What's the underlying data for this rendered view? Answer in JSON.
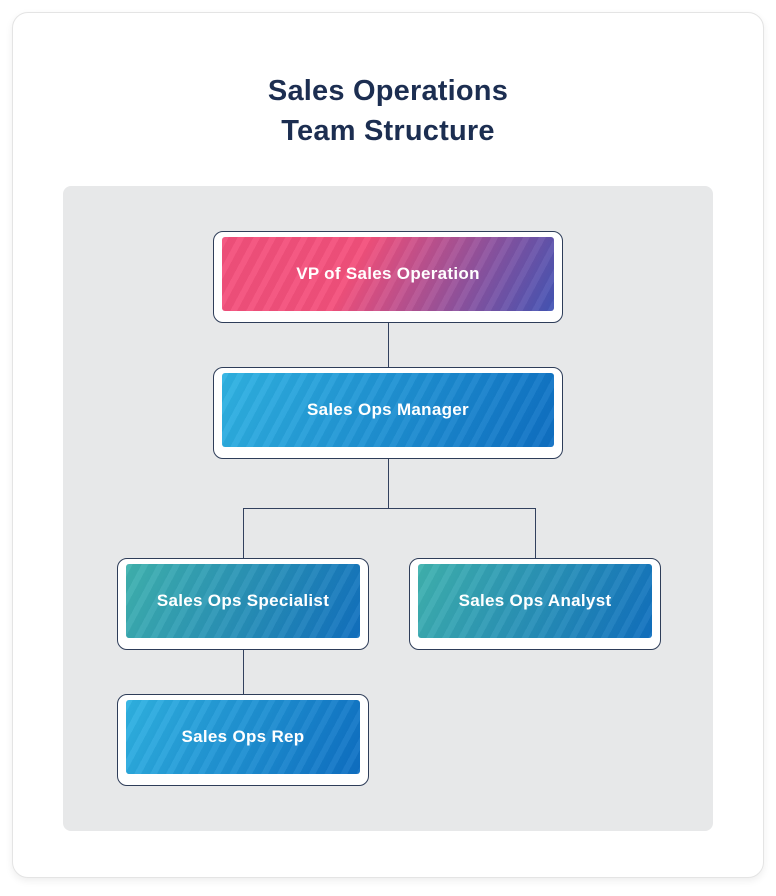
{
  "title": {
    "line1": "Sales Operations",
    "line2": "Team Structure"
  },
  "org_chart": {
    "nodes": [
      {
        "id": "vp",
        "label": "VP of Sales Operation",
        "reports_to": null,
        "gradient_stops": [
          "#F3507C 0%",
          "#F3507C 40%",
          "#8D53A0 74%",
          "#4355B6 100%"
        ]
      },
      {
        "id": "manager",
        "label": "Sales Ops Manager",
        "reports_to": "vp",
        "gradient_stops": [
          "#2FB3E3 0%",
          "#0E6FC3 100%"
        ]
      },
      {
        "id": "specialist",
        "label": "Sales Ops Specialist",
        "reports_to": "manager",
        "gradient_stops": [
          "#40B3AF 0%",
          "#1170C0 100%"
        ]
      },
      {
        "id": "analyst",
        "label": "Sales Ops Analyst",
        "reports_to": "manager",
        "gradient_stops": [
          "#40B3AF 0%",
          "#1170C0 100%"
        ]
      },
      {
        "id": "rep",
        "label": "Sales Ops Rep",
        "reports_to": "specialist",
        "gradient_stops": [
          "#2FB3E3 0%",
          "#0E6FC3 100%"
        ]
      }
    ]
  },
  "colors": {
    "title_text": "#1c2e51",
    "node_label_text": "#ffffff",
    "node_outline": "#2e3d59",
    "connector_line": "#33415e",
    "panel_background": "#e7e8e9",
    "card_background": "#ffffff"
  }
}
